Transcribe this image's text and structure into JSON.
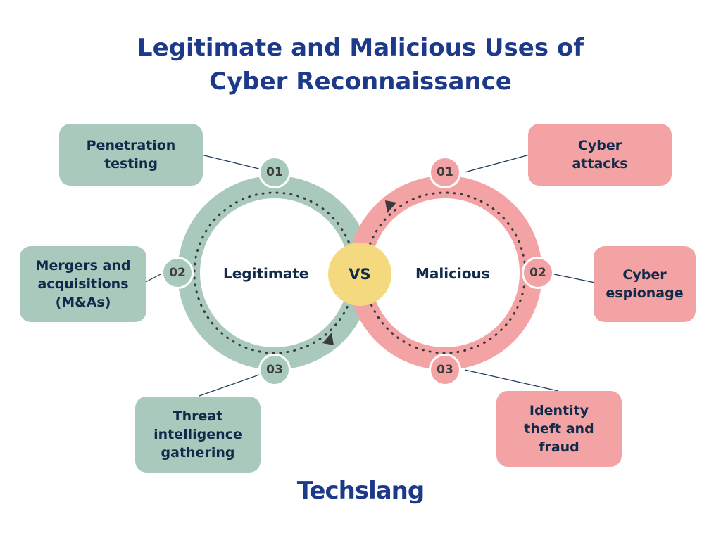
{
  "title": {
    "line1": "Legitimate and Malicious Uses of",
    "line2": "Cyber Reconnaissance"
  },
  "center": {
    "left_label": "Legitimate",
    "right_label": "Malicious",
    "vs_label": "VS"
  },
  "legitimate": {
    "items": [
      {
        "number": "01",
        "label": "Penetration\ntesting"
      },
      {
        "number": "02",
        "label": "Mergers and\nacquisitions\n(M&As)"
      },
      {
        "number": "03",
        "label": "Threat\nintelligence\ngathering"
      }
    ]
  },
  "malicious": {
    "items": [
      {
        "number": "01",
        "label": "Cyber\nattacks"
      },
      {
        "number": "02",
        "label": "Cyber\nespionage"
      },
      {
        "number": "03",
        "label": "Identity\ntheft and\nfraud"
      }
    ]
  },
  "brand": {
    "name": "Techslang"
  },
  "colors": {
    "green": "#a9c9bc",
    "pink": "#f4a3a5",
    "vs": "#f5d97e",
    "title": "#1d3a8a",
    "text": "#0f2a4a"
  }
}
